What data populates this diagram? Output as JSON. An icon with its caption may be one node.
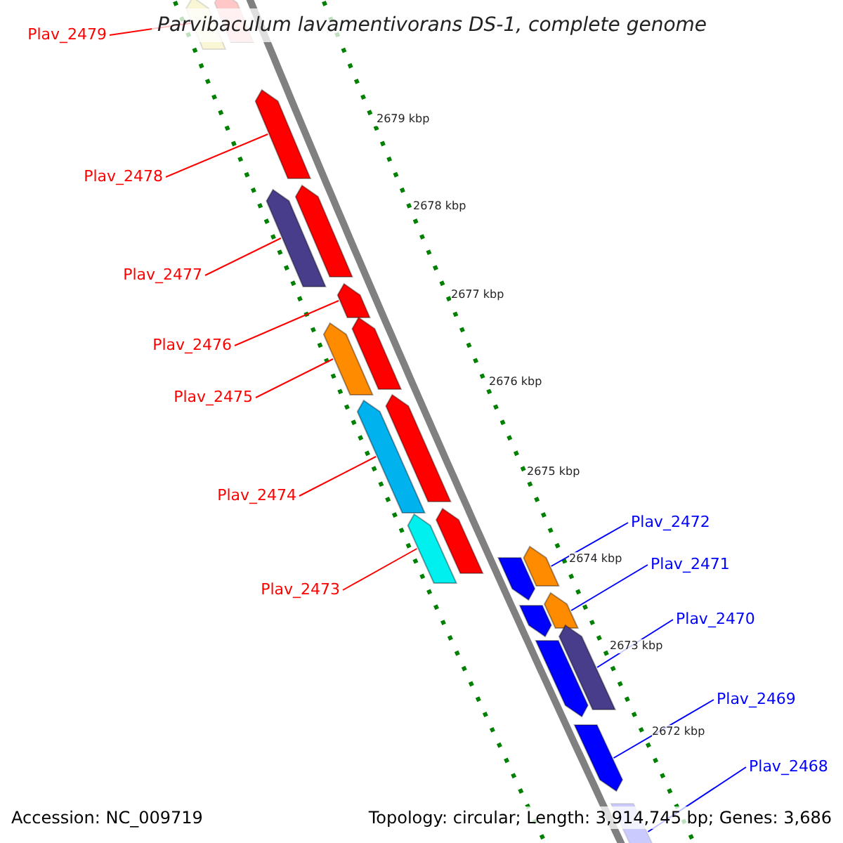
{
  "diagram": {
    "title": "Parvibaculum lavamentivorans DS-1, complete genome",
    "nodes": [
      {
        "text": [
          "Plav_2479"
        ]
      },
      {
        "text": [
          "Plav_2478"
        ]
      },
      {
        "text": [
          "Plav_2477"
        ]
      },
      {
        "text": [
          "Plav_2476"
        ]
      },
      {
        "text": [
          "Plav_2475"
        ]
      },
      {
        "text": [
          "Plav_2474"
        ]
      },
      {
        "text": [
          "Plav_2473"
        ]
      },
      {
        "text": [
          "Plav_2472"
        ]
      },
      {
        "text": [
          "Plav_2471"
        ]
      },
      {
        "text": [
          "Plav_2470"
        ]
      },
      {
        "text": [
          "Plav_2469"
        ]
      },
      {
        "text": [
          "Plav_2468"
        ]
      },
      {
        "text": [],
        "shape": "bar"
      },
      {
        "text": [],
        "shape": "bar"
      },
      {
        "text": [],
        "shape": "bar"
      },
      {
        "text": [],
        "shape": "bar"
      },
      {
        "text": [],
        "shape": "bar"
      },
      {
        "text": [],
        "shape": "bar"
      },
      {
        "text": [],
        "shape": "bar"
      },
      {
        "text": [],
        "shape": "bar"
      },
      {
        "text": [],
        "shape": "bar"
      },
      {
        "text": [],
        "shape": "bar"
      },
      {
        "text": [],
        "shape": "bar"
      },
      {
        "text": [],
        "shape": "bar"
      },
      {
        "text": [],
        "shape": "bar"
      },
      {
        "text": [],
        "shape": "bar"
      },
      {
        "text": [],
        "shape": "bar"
      },
      {
        "text": [],
        "shape": "bar"
      },
      {
        "text": [],
        "shape": "bar"
      },
      {
        "text": [],
        "shape": "bar"
      },
      {
        "text": [],
        "shape": "bar"
      },
      {
        "text": [],
        "shape": "bar"
      }
    ],
    "edges": [
      {
        "from": 0,
        "to": 12,
        "arrow": "none"
      },
      {
        "from": 1,
        "to": 14,
        "arrow": "none"
      },
      {
        "from": 2,
        "to": 15,
        "arrow": "none"
      },
      {
        "from": 3,
        "to": 17,
        "arrow": "none"
      },
      {
        "from": 4,
        "to": 18,
        "arrow": "none"
      },
      {
        "from": 5,
        "to": 20,
        "arrow": "none"
      },
      {
        "from": 6,
        "to": 22,
        "arrow": "none"
      },
      {
        "from": 7,
        "to": 24,
        "arrow": "none",
        "color": "#0000ff"
      },
      {
        "from": 8,
        "to": 26,
        "arrow": "none",
        "color": "#0000ff"
      },
      {
        "from": 9,
        "to": 28,
        "arrow": "none",
        "color": "#0000ff"
      },
      {
        "from": 10,
        "to": 30,
        "arrow": "none",
        "color": "#0000ff"
      },
      {
        "from": 11,
        "to": 31,
        "arrow": "none",
        "color": "#0000ff"
      }
    ],
    "labels": [
      "2679 kbp",
      "2678 kbp",
      "2677 kbp",
      "2676 kbp",
      "2675 kbp",
      "2674 kbp",
      "2673 kbp",
      "2672 kbp",
      "Accession: NC_009719",
      "Topology: circular; Length: 3,914,745 bp; Genes: 3,686"
    ]
  }
}
